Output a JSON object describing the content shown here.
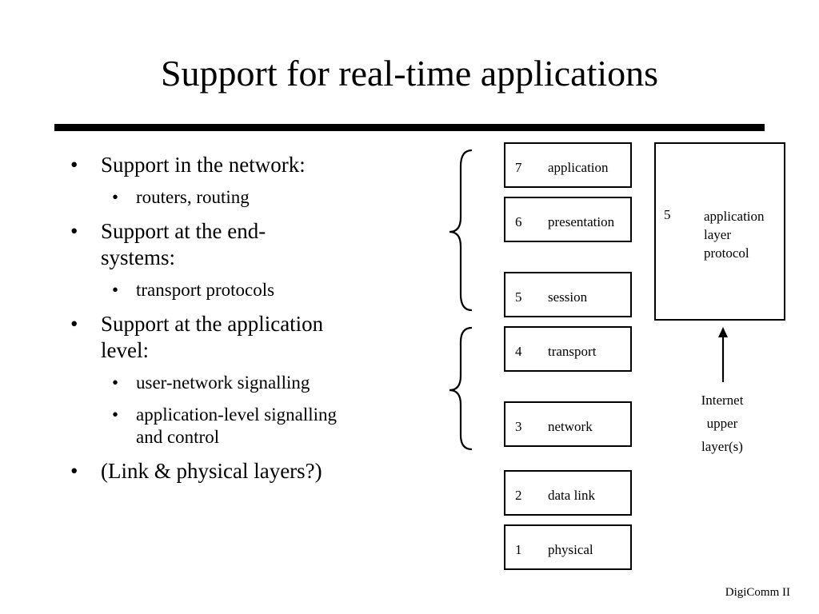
{
  "slide": {
    "title": "Support for real-time applications",
    "footer": "DigiComm II"
  },
  "bullets": [
    {
      "text": [
        "Support in the network:"
      ],
      "sub": [
        [
          "routers, routing"
        ]
      ]
    },
    {
      "text": [
        "Support at the end-",
        "systems:"
      ],
      "sub": [
        [
          "transport protocols"
        ]
      ]
    },
    {
      "text": [
        "Support at the application",
        "level:"
      ],
      "sub": [
        [
          "user-network signalling"
        ],
        [
          "application-level signalling",
          "and control"
        ]
      ]
    },
    {
      "text": [
        "(Link & physical layers?)"
      ],
      "sub": []
    }
  ],
  "layers": [
    {
      "num": "7",
      "name": "application"
    },
    {
      "num": "6",
      "name": "presentation"
    },
    {
      "num": "5",
      "name": "session"
    },
    {
      "num": "4",
      "name": "transport"
    },
    {
      "num": "3",
      "name": "network"
    },
    {
      "num": "2",
      "name": "data link"
    },
    {
      "num": "1",
      "name": "physical"
    }
  ],
  "app_protocol": {
    "num": "5",
    "lines": [
      "application",
      "layer",
      "protocol"
    ]
  },
  "internet_label": [
    "Internet",
    "upper",
    "layer(s)"
  ]
}
